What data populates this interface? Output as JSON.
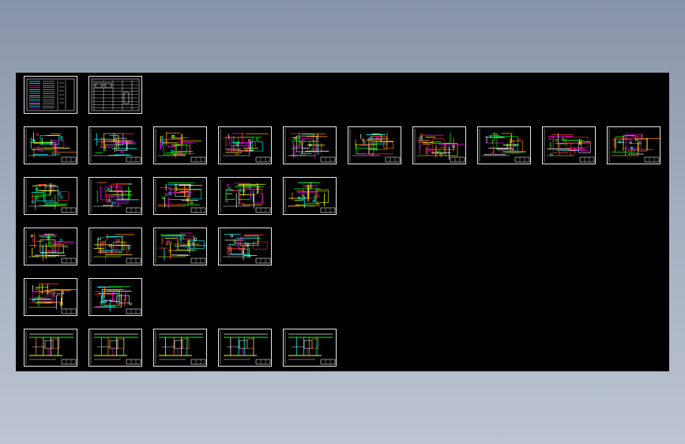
{
  "viewport": {
    "background": "#000000",
    "title": ""
  },
  "palette": {
    "white": "#e8e8e8",
    "magenta": "#ff00ff",
    "green": "#00ff00",
    "yellow": "#ffff00",
    "cyan": "#00ffff",
    "red": "#ff3030",
    "orange": "#ff8a00",
    "blue": "#4060ff"
  },
  "sheet_rows": [
    {
      "count": 2,
      "kind": "index-table"
    },
    {
      "count": 10,
      "kind": "schematic"
    },
    {
      "count": 5,
      "kind": "schematic"
    },
    {
      "count": 4,
      "kind": "schematic"
    },
    {
      "count": 2,
      "kind": "schematic"
    },
    {
      "count": 5,
      "kind": "ladder"
    }
  ]
}
